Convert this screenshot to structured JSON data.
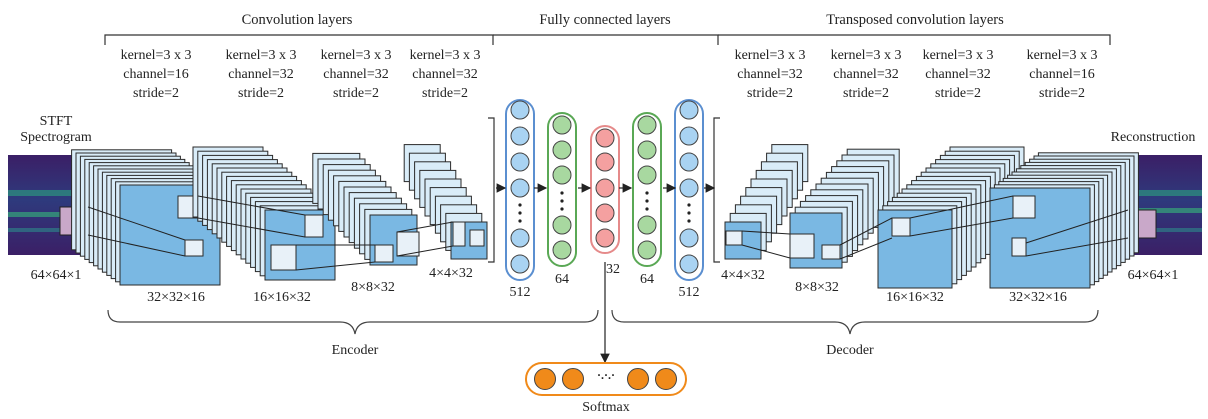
{
  "sections": {
    "convolution": "Convolution layers",
    "fully_connected": "Fully connected layers",
    "transposed": "Transposed convolution layers"
  },
  "encoder_params": [
    {
      "kernel": "kernel=3 x 3",
      "channel": "channel=16",
      "stride": "stride=2"
    },
    {
      "kernel": "kernel=3 x 3",
      "channel": "channel=32",
      "stride": "stride=2"
    },
    {
      "kernel": "kernel=3 x 3",
      "channel": "channel=32",
      "stride": "stride=2"
    },
    {
      "kernel": "kernel=3 x 3",
      "channel": "channel=32",
      "stride": "stride=2"
    }
  ],
  "decoder_params": [
    {
      "kernel": "kernel=3 x 3",
      "channel": "channel=32",
      "stride": "stride=2"
    },
    {
      "kernel": "kernel=3 x 3",
      "channel": "channel=32",
      "stride": "stride=2"
    },
    {
      "kernel": "kernel=3 x 3",
      "channel": "channel=32",
      "stride": "stride=2"
    },
    {
      "kernel": "kernel=3 x 3",
      "channel": "channel=16",
      "stride": "stride=2"
    }
  ],
  "input": {
    "title_line1": "STFT",
    "title_line2": "Spectrogram",
    "size": "64×64×1"
  },
  "output": {
    "title": "Reconstruction",
    "size": "64×64×1"
  },
  "encoder_sizes": [
    "32×32×16",
    "16×16×32",
    "8×8×32",
    "4×4×32"
  ],
  "decoder_sizes": [
    "4×4×32",
    "8×8×32",
    "16×16×32",
    "32×32×16"
  ],
  "fc_sizes": [
    "512",
    "64",
    "32",
    "64",
    "512"
  ],
  "encoder_label": "Encoder",
  "decoder_label": "Decoder",
  "softmax_label": "Softmax",
  "softmax_dots": "·.·.·",
  "colors": {
    "map_fill": "#7ab8e3",
    "map_stroke": "#2a2a2a",
    "kernel_fill": "#e8f1f8",
    "fc_blue_fill": "#a9d3f2",
    "fc_blue_ring": "#5b8fd0",
    "fc_green_fill": "#a8d8a0",
    "fc_green_ring": "#5aa855",
    "fc_red_fill": "#f4a0a0",
    "fc_red_ring": "#e58a8a",
    "softmax_fill": "#f08a1a",
    "softmax_ring": "#f08a1a",
    "spectrogram_bg": "#3a1d63"
  }
}
